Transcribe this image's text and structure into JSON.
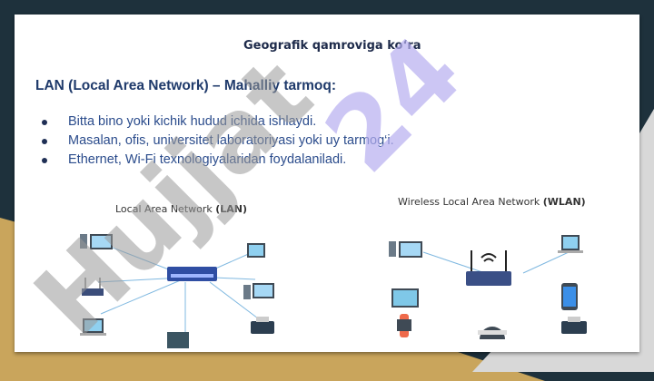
{
  "slide": {
    "title": "Geografik qamroviga ko‘ra",
    "heading": "LAN (Local Area Network) – Mahalliy tarmoq:",
    "bullets": [
      "Bitta bino yoki kichik hudud ichida ishlaydi.",
      "Masalan, ofis, universitet laboratoriyasi yoki uy tarmog‘i.",
      "Ethernet, Wi-Fi texnologiyalaridan foydalaniladi."
    ],
    "lan_caption": {
      "text": "Local Area Network ",
      "bold": "(LAN)"
    },
    "wlan_caption": {
      "text": "Wireless Local Area Network ",
      "bold": "(WLAN)"
    }
  },
  "watermark": "Hujjat24",
  "colors": {
    "background": "#1e313c",
    "gold": "#c9a55c",
    "heading": "#1f3a6b",
    "bullet_text": "#2b4c8c"
  }
}
